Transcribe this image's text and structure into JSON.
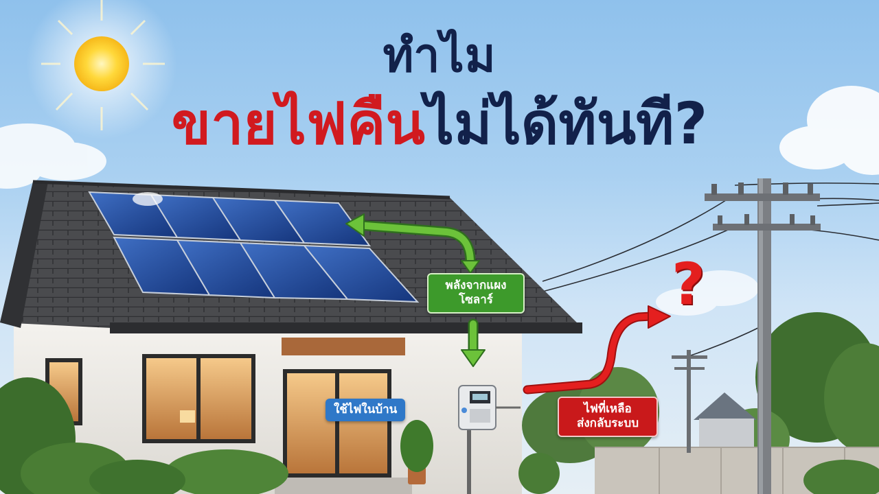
{
  "headline": {
    "line1": "ทำไม",
    "line2_red": "ขายไฟคืน",
    "line2_dark": "ไม่ได้ทันที",
    "line2_mark": "?"
  },
  "labels": {
    "solar_power": "พลังจากแผง\nโซลาร์",
    "home_use": "ใช้ไฟในบ้าน",
    "excess_to_grid": "ไฟที่เหลือ\nส่งกลับระบบ"
  },
  "question_mark": "?",
  "colors": {
    "headline_dark": "#12214a",
    "headline_red": "#d11a1f",
    "solar_label": "#3d9a2b",
    "home_label": "#2f78c8",
    "grid_label": "#c9191b",
    "arrow_green": "#6cc23a",
    "arrow_red": "#e41f1f"
  },
  "icons": [
    "sun-icon",
    "solar-panel-icon",
    "house-icon",
    "meter-icon",
    "utility-pole-icon",
    "arrow-icon",
    "question-icon"
  ]
}
